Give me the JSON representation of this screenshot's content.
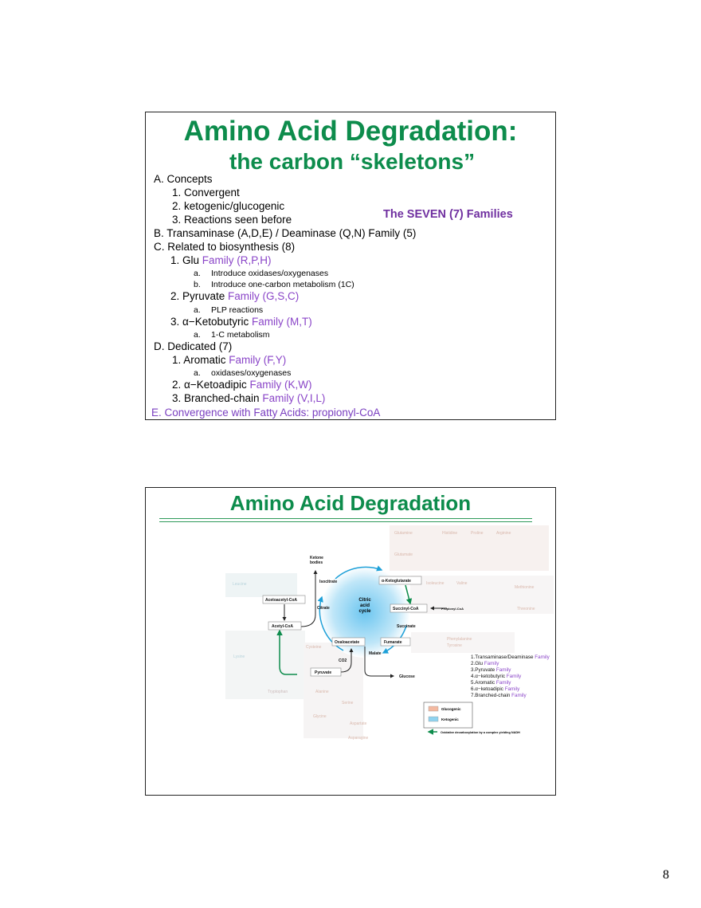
{
  "slide1": {
    "title": "Amino Acid Degradation:",
    "subtitle": "the carbon “skeletons”",
    "callout": "The SEVEN (7) Families",
    "outline": {
      "A": "A.  Concepts",
      "A1": "1. Convergent",
      "A2": "2. ketogenic/glucogenic",
      "A3": "3. Reactions seen before",
      "B": "B.  Transaminase (A,D,E) / Deaminase (Q,N) Family (5)",
      "C": "C.  Related to biosynthesis (8)",
      "C1": "1. Glu ",
      "C1f": "Family (R,P,H)",
      "C1a_m": "a.",
      "C1a": "Introduce oxidases/oxygenases",
      "C1b_m": "b.",
      "C1b": "Introduce one-carbon metabolism (1C)",
      "C2": "2. Pyruvate ",
      "C2f": "Family (G,S,C)",
      "C2a_m": "a.",
      "C2a": "PLP reactions",
      "C3": "3. α−Ketobutyric ",
      "C3f": "Family (M,T)",
      "C3a_m": "a.",
      "C3a": "1-C metabolism",
      "D": "D.  Dedicated (7)",
      "D1": "1. Aromatic ",
      "D1f": "Family (F,Y)",
      "D1a_m": "a.",
      "D1a": "oxidases/oxygenases",
      "D2": "2.  α−Ketoadipic ",
      "D2f": "Family (K,W)",
      "D3": "3. Branched-chain ",
      "D3f": "Family (V,I,L)",
      "E": "E.  Convergence with Fatty Acids:  propionyl-CoA"
    }
  },
  "slide2": {
    "title": "Amino Acid Degradation",
    "diagram": {
      "center": [
        "Citric",
        "acid",
        "cycle"
      ],
      "nodes": {
        "ketone": [
          "Ketone",
          "bodies"
        ],
        "isocitrate": "Isocitrate",
        "akg": "α-Ketoglutarate",
        "acetoacetyl": "Acetoacetyl-CoA",
        "citrate": "Citrate",
        "succinylcoa": "Succinyl-CoA",
        "propionyl": "Propionyl-CoA",
        "acetylcoa": "Acetyl-CoA",
        "succinate": "Succinate",
        "oxaloacetate": "Oxaloacetate",
        "fumarate": "Fumarate",
        "malate": "Malate",
        "co2": "CO2",
        "pyruvate": "Pyruvate",
        "glucose": "Glucose"
      },
      "amino_acids": [
        "Glutamine",
        "Histidine",
        "Proline",
        "Arginine",
        "Glutamate",
        "Leucine",
        "Isoleucine",
        "Valine",
        "Methionine",
        "Threonine",
        "Lysine",
        "Cysteine",
        "Tryptophan",
        "Alanine",
        "Serine",
        "Glycine",
        "Aspartate",
        "Asparagine",
        "Phenylalanine",
        "Tyrosine"
      ],
      "families": [
        {
          "name": "1.Transaminase/Deaminase ",
          "suffix": "Family"
        },
        {
          "name": "2.Glu ",
          "suffix": "Family"
        },
        {
          "name": "3.Pyruvate ",
          "suffix": "Family"
        },
        {
          "name": "4.α−ketobutyric ",
          "suffix": "Family"
        },
        {
          "name": "5.Aromatic ",
          "suffix": "Family"
        },
        {
          "name": "6.α−ketoadipic ",
          "suffix": "Family"
        },
        {
          "name": "7.Branched-chain ",
          "suffix": "Family"
        }
      ],
      "legend": {
        "glucogenic": "Glucogenic",
        "ketogenic": "Ketogenic",
        "arrow": "Oxidative decarboxylation by a complex yielding NADH"
      },
      "colors": {
        "glucogenic": "#f4b9a0",
        "ketogenic": "#8fd3f0",
        "cycle": "#1ea0d8",
        "oxidative": "#0d8c4c"
      }
    }
  },
  "page_number": "8"
}
